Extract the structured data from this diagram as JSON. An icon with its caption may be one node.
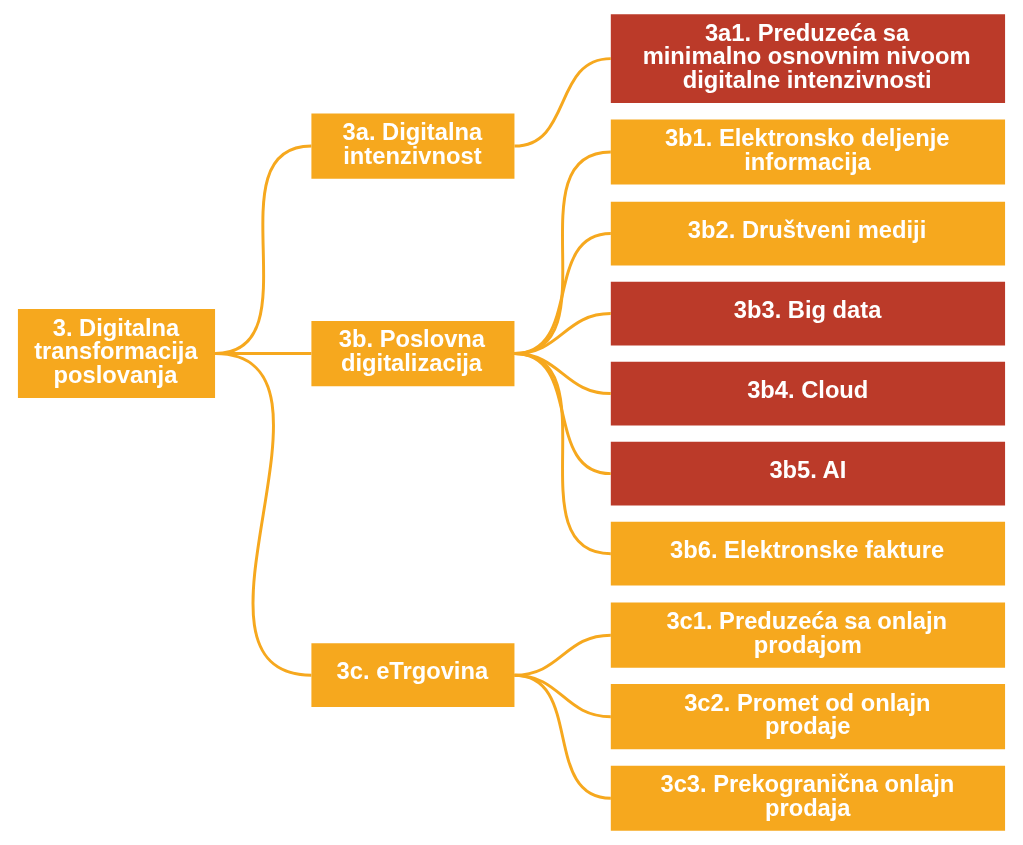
{
  "diagram": {
    "nodes": [
      {
        "text": [
          "3. Digitalna transformacija poslovanja"
        ]
      },
      {
        "text": [
          "3a. Digitalna intenzivnost"
        ]
      },
      {
        "text": [
          "3a1. Preduzeća sa minimalno osnovnim nivoom digitalne intenzivnosti"
        ]
      },
      {
        "text": [
          "3b. Poslovna digitalizacija"
        ]
      },
      {
        "text": [
          "3b1. Elektronsko deljenje informacija"
        ]
      },
      {
        "text": [
          "3b2. Društveni mediji"
        ]
      },
      {
        "text": [
          "3b3. Big data"
        ]
      },
      {
        "text": [
          "3b4. Cloud"
        ]
      },
      {
        "text": [
          "3b5. AI"
        ]
      },
      {
        "text": [
          "3b6. Elektronske fakture"
        ]
      },
      {
        "text": [
          "3c. eTrgovina"
        ]
      },
      {
        "text": [
          "3c1. Preduzeća sa onlajn prodajom"
        ]
      },
      {
        "text": [
          "3c2. Promet od onlajn prodaje"
        ]
      },
      {
        "text": [
          "3c3. Prekogranična onlajn prodaja"
        ]
      }
    ],
    "edges": [
      {
        "from": 0,
        "to": 1,
        "arrow": "none"
      },
      {
        "from": 0,
        "to": 3,
        "arrow": "none"
      },
      {
        "from": 0,
        "to": 10,
        "arrow": "none"
      },
      {
        "from": 1,
        "to": 2,
        "arrow": "none"
      },
      {
        "from": 3,
        "to": 4,
        "arrow": "none"
      },
      {
        "from": 3,
        "to": 5,
        "arrow": "none"
      },
      {
        "from": 3,
        "to": 6,
        "arrow": "none"
      },
      {
        "from": 3,
        "to": 7,
        "arrow": "none"
      },
      {
        "from": 3,
        "to": 8,
        "arrow": "none"
      },
      {
        "from": 3,
        "to": 9,
        "arrow": "none"
      },
      {
        "from": 10,
        "to": 11,
        "arrow": "none"
      },
      {
        "from": 10,
        "to": 12,
        "arrow": "none"
      },
      {
        "from": 10,
        "to": 13,
        "arrow": "none"
      }
    ]
  }
}
